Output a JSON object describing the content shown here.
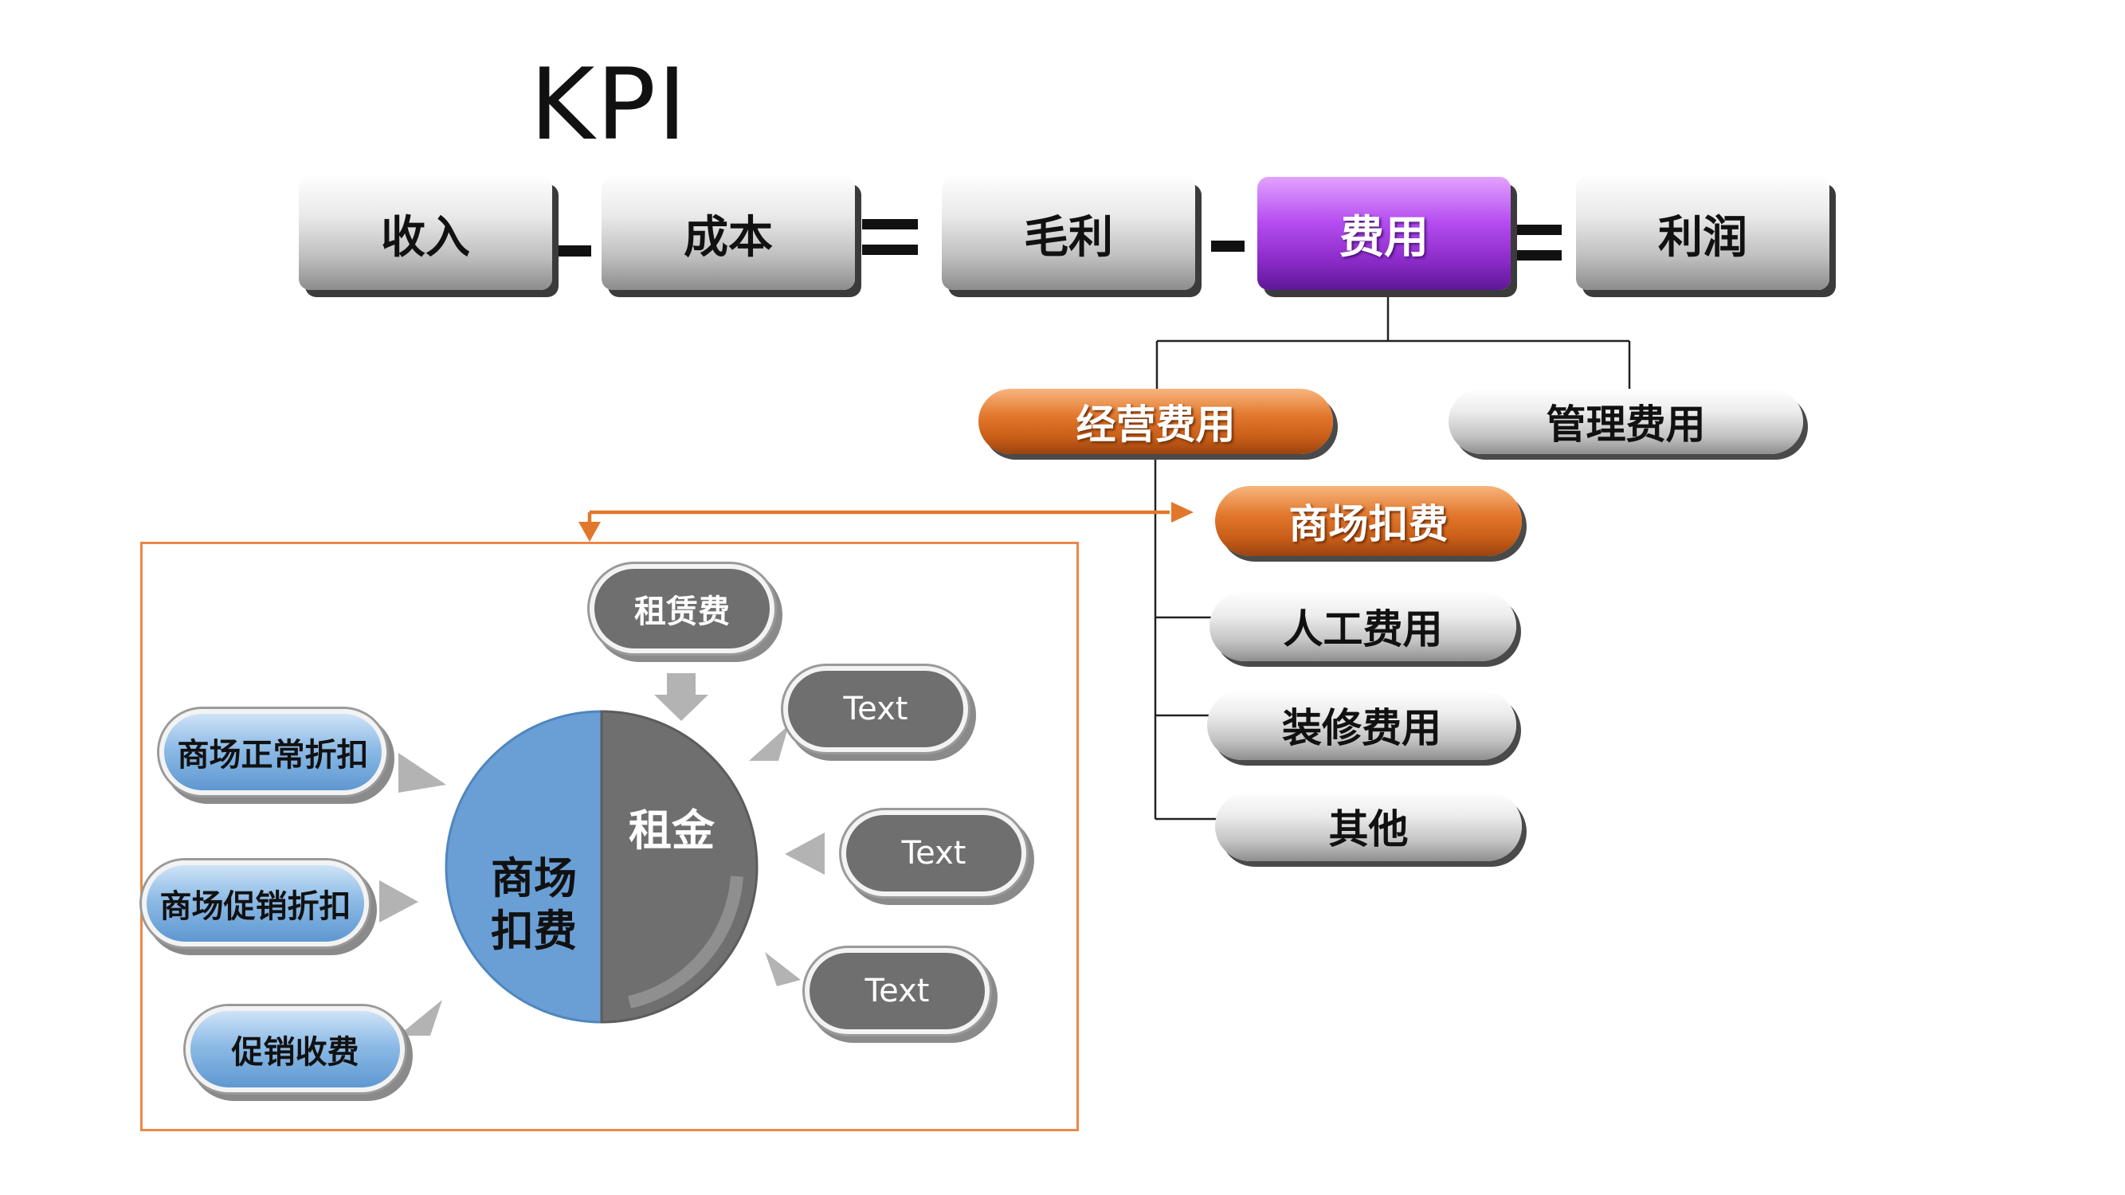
{
  "title": "KPI",
  "formula": {
    "revenue": "收入",
    "cost": "成本",
    "gross_profit": "毛利",
    "expense": "费用",
    "profit": "利润"
  },
  "expense_tree": {
    "operating": "经营费用",
    "admin": "管理费用",
    "operating_children": [
      "商场扣费",
      "人工费用",
      "装修费用",
      "其他"
    ]
  },
  "mall_deduction": {
    "center_left": "商场\n扣费",
    "center_right": "租金",
    "top": "租赁费",
    "left_items": [
      "商场正常折扣",
      "商场促销折扣",
      "促销收费"
    ],
    "right_items": [
      "Text",
      "Text",
      "Text"
    ]
  },
  "colors": {
    "purple": "#9b35d9",
    "orange": "#dd6e25",
    "frame": "#ec8748",
    "pie_blue": "#6a9fd6",
    "pie_gray": "#6f6f6f"
  }
}
